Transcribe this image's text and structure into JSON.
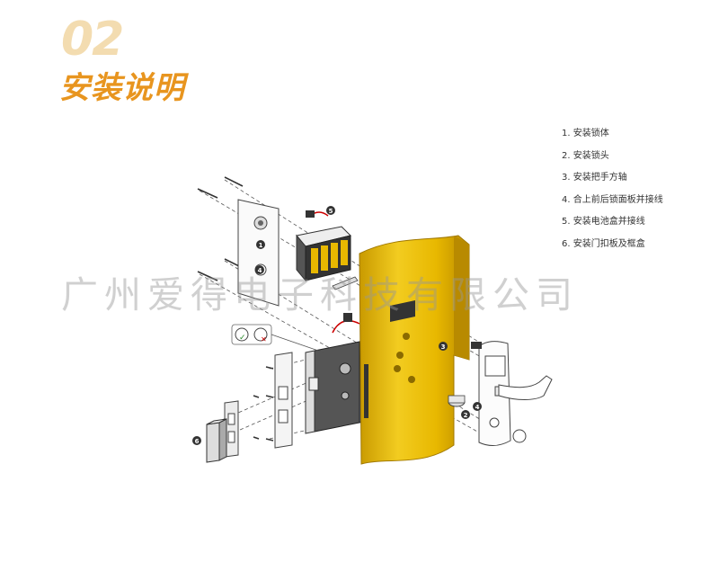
{
  "header": {
    "number": "02",
    "title": "安装说明"
  },
  "steps": [
    "1. 安装锁体",
    "2. 安装锁头",
    "3. 安装把手方轴",
    "4. 合上前后锁面板并接线",
    "5. 安装电池盒并接线",
    "6. 安装门扣板及框盒"
  ],
  "diagram": {
    "callouts": [
      "1",
      "2",
      "3",
      "4",
      "5",
      "6",
      "4"
    ],
    "colors": {
      "door": "#e8b800",
      "doorShade": "#c99a00",
      "line": "#444444",
      "accent": "#e8951f"
    }
  },
  "watermark": "广州爱得电子科技有限公司"
}
